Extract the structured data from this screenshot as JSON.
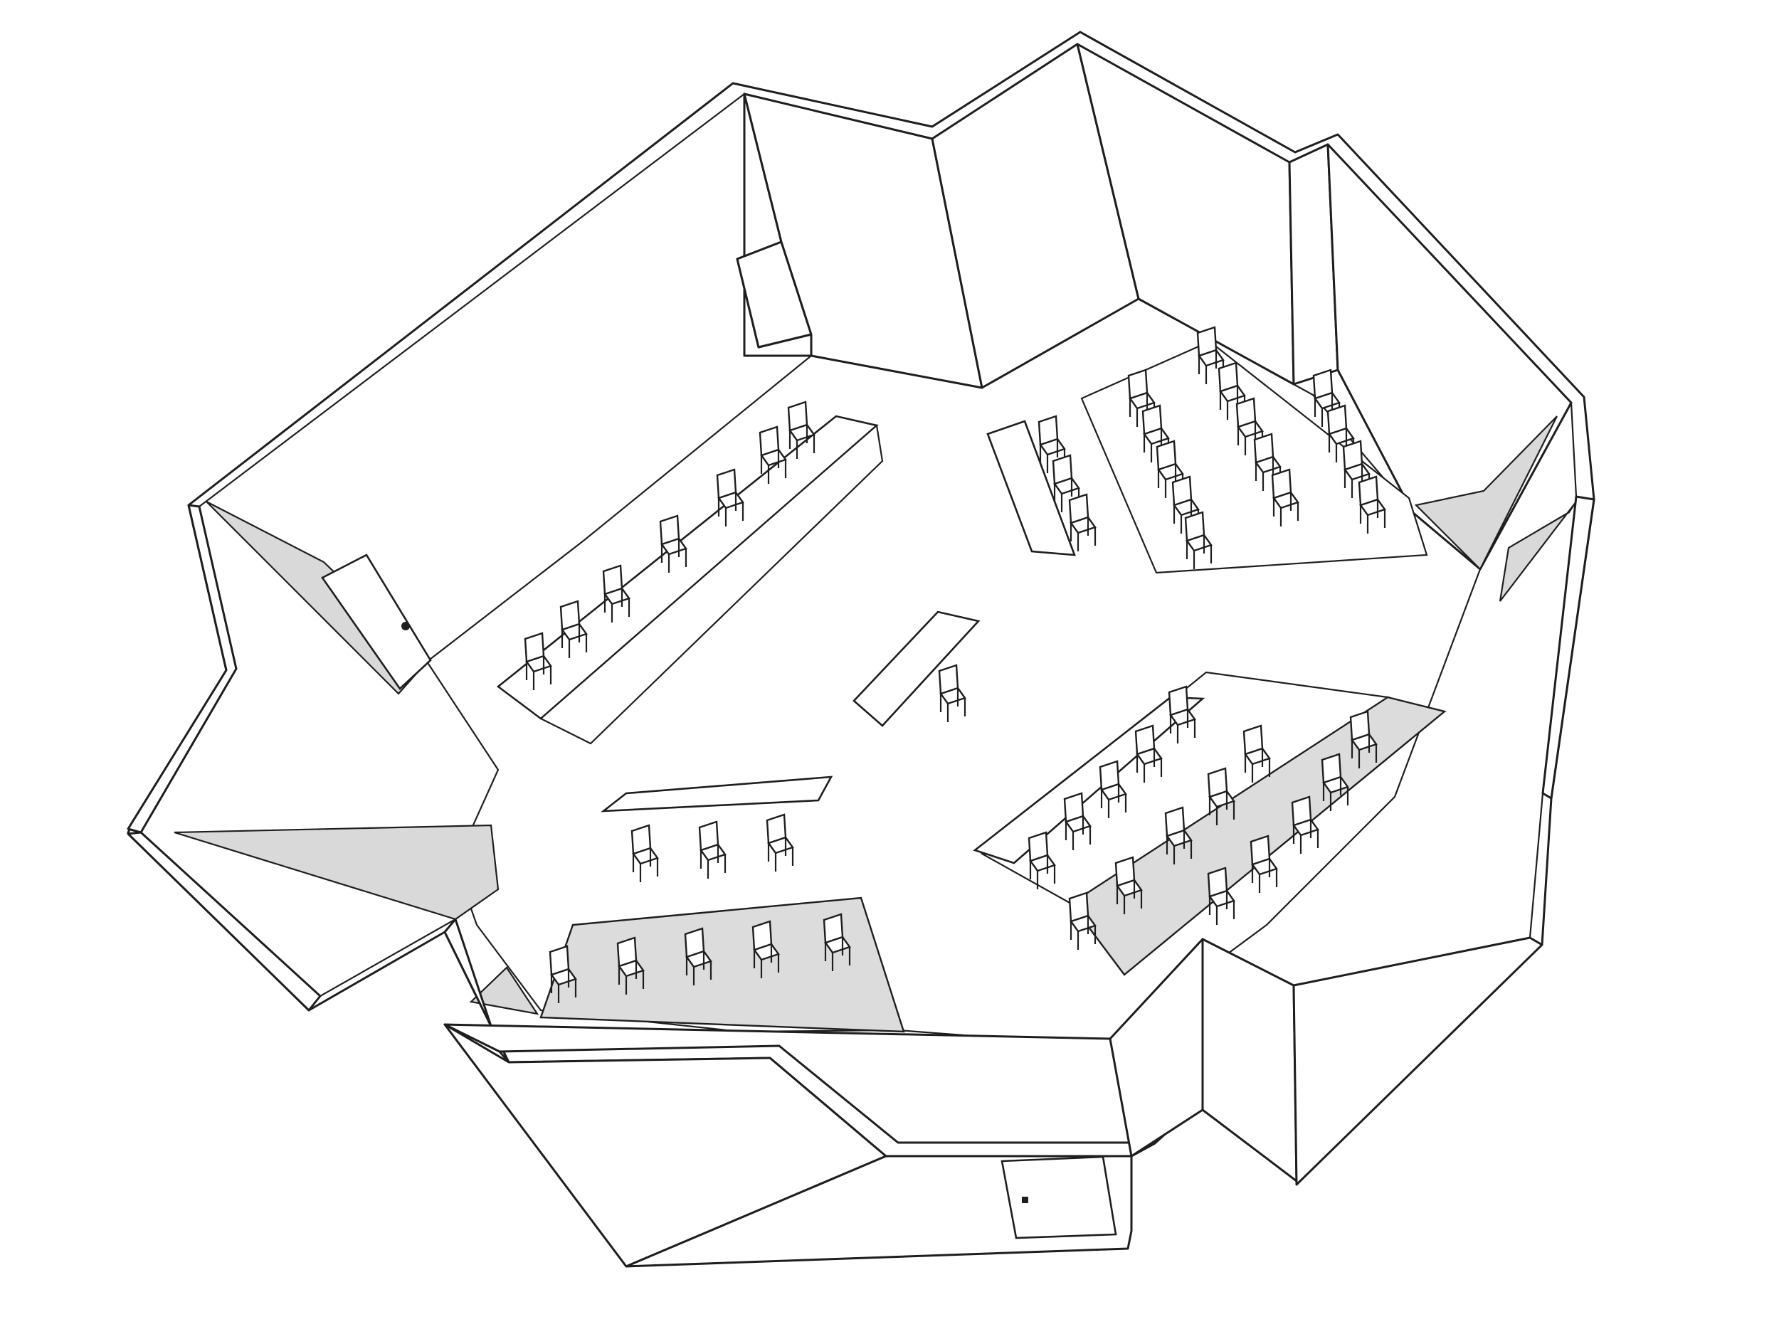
{
  "scene": {
    "kind": "isometric-room-sketch",
    "colors": {
      "line": "#1e1e1e",
      "wall_fill": "#ffffff",
      "shadow_fill": "#d9d9d9",
      "platform_fill": "#dcdcdc"
    },
    "counts": {
      "doors": 2,
      "long_tables": 4,
      "raised_platforms": 3
    }
  }
}
